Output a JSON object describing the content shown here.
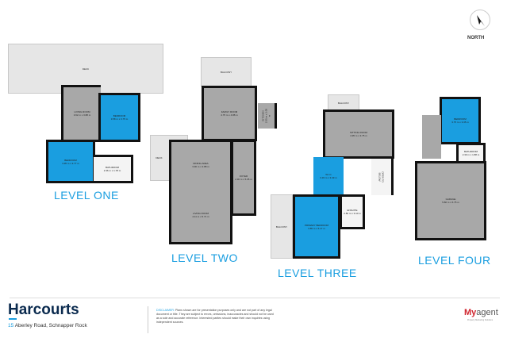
{
  "compass": {
    "label": "NORTH",
    "icon": "north-arrow-icon"
  },
  "levels": [
    {
      "label": "LEVEL ONE",
      "rooms": [
        {
          "name": "DECK",
          "dims": ""
        },
        {
          "name": "LIVING ROOM",
          "dims": "3.62 m x 3.88 m"
        },
        {
          "name": "BEDROOM",
          "dims": "3.58 m x 3.75 m"
        },
        {
          "name": "BEDROOM",
          "dims": "3.95 m x 3.77 m"
        },
        {
          "name": "BATHROOM",
          "dims": "2.36 m x 1.78 m"
        }
      ]
    },
    {
      "label": "LEVEL TWO",
      "rooms": [
        {
          "name": "BALCONY",
          "dims": ""
        },
        {
          "name": "FAMILY ROOM",
          "dims": "4.75 m x 4.88 m"
        },
        {
          "name": "KITCHEN",
          "dims": "2.55 m x 3.05 m"
        },
        {
          "name": "DECK",
          "dims": ""
        },
        {
          "name": "DINING AREA",
          "dims": "3.90 m x 3.88 m"
        },
        {
          "name": "LIVING ROOM",
          "dims": "4.11 m x 5.71 m"
        },
        {
          "name": "FOYER",
          "dims": "2.30 m x 5.35 m"
        }
      ]
    },
    {
      "label": "LEVEL THREE",
      "rooms": [
        {
          "name": "BALCONY",
          "dims": ""
        },
        {
          "name": "SITTING ROOM",
          "dims": "4.95 m x 3.75 m"
        },
        {
          "name": "W.I.C",
          "dims": "3.33 m x 3.49 m"
        },
        {
          "name": "ENSUITE",
          "dims": "2.80 m x 3.10 m"
        },
        {
          "name": "OPEN TO BELOW",
          "dims": ""
        },
        {
          "name": "PRIMARY BEDROOM",
          "dims": "3.85 m x 5.17 m"
        },
        {
          "name": "BALCONY",
          "dims": ""
        }
      ]
    },
    {
      "label": "LEVEL FOUR",
      "rooms": [
        {
          "name": "BEDROOM",
          "dims": "3.75 m x 3.35 m"
        },
        {
          "name": "BATHROOM",
          "dims": "2.30 m x 1.88 m"
        },
        {
          "name": "GARAGE",
          "dims": "5.80 m x 6.75 m"
        }
      ]
    }
  ],
  "footer": {
    "brand": "Harcourts",
    "address_number": "15",
    "address": "Aberley Road, Schnapper Rock",
    "disclaimer_label": "DISCLAIMER:",
    "disclaimer": "Plans shown are for presentation purposes only and are not part of any legal document or title. They are subject to errors, omissions, inaccuracies and should not be used as a sole and accurate reference. Interested parties should make their own inquiries using independent sources.",
    "agent_logo_my": "My",
    "agent_logo_agent": "agent",
    "agent_tagline": "Property Marketing Solutions"
  },
  "colors": {
    "accent": "#1a9ee0",
    "room": "#a8a8a8",
    "brand": "#0a2a4e",
    "logo_red": "#d0262f"
  }
}
